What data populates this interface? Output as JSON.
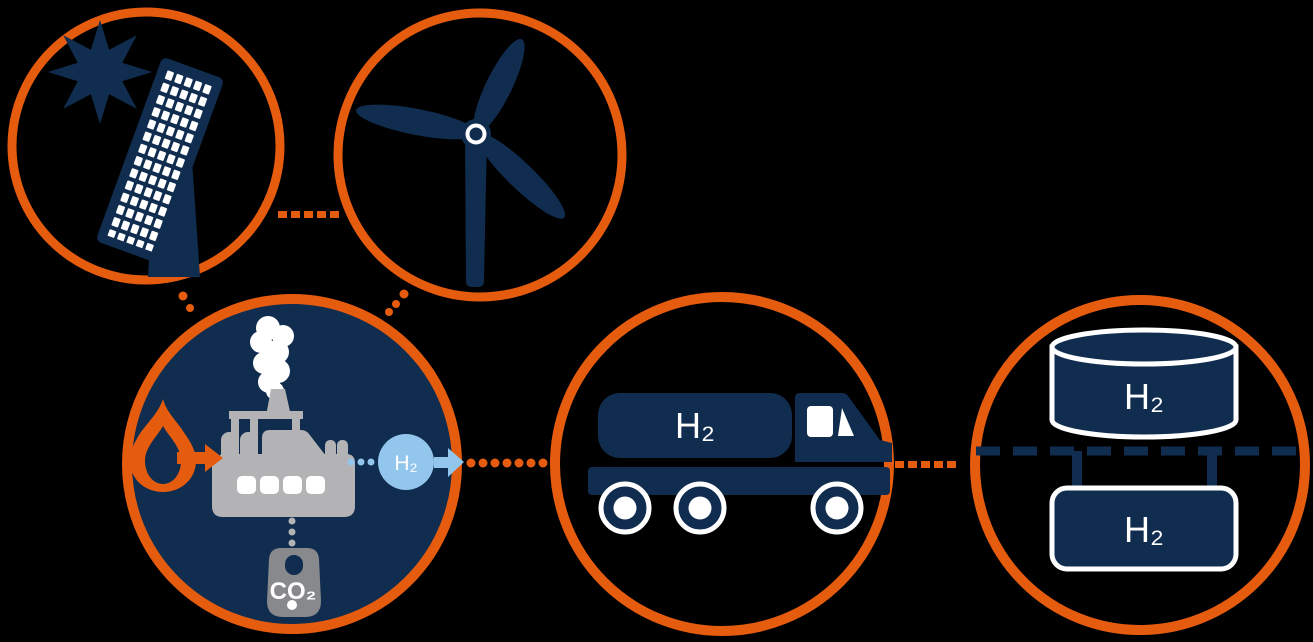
{
  "colors": {
    "background": "#000000",
    "orange": "#E65C0E",
    "navy": "#102C4E",
    "light_blue": "#93C6EC",
    "factory_gray": "#B3B3B5",
    "lock_gray": "#87898C",
    "smoke_white": "#FFFFFF",
    "label_white": "#FFFFFF"
  },
  "nodes": [
    {
      "id": "solar-energy",
      "icons": [
        "sun-icon",
        "solar-panel-icon"
      ]
    },
    {
      "id": "wind-energy",
      "icons": [
        "wind-turbine-icon"
      ]
    },
    {
      "id": "hydrogen-production",
      "icons": [
        "factory-icon",
        "flame-icon",
        "co2-lock-icon"
      ]
    },
    {
      "id": "hydrogen-transport",
      "icons": [
        "tanker-truck-icon"
      ]
    },
    {
      "id": "hydrogen-storage",
      "icons": [
        "storage-cylinder-icon",
        "underground-storage-icon"
      ]
    }
  ],
  "production": {
    "h2_bubble": "H₂",
    "co2_lock": "CO₂"
  },
  "transport": {
    "tank_label": "H₂"
  },
  "storage": {
    "cylinder_label": "H₂",
    "box_label": "H₂"
  }
}
